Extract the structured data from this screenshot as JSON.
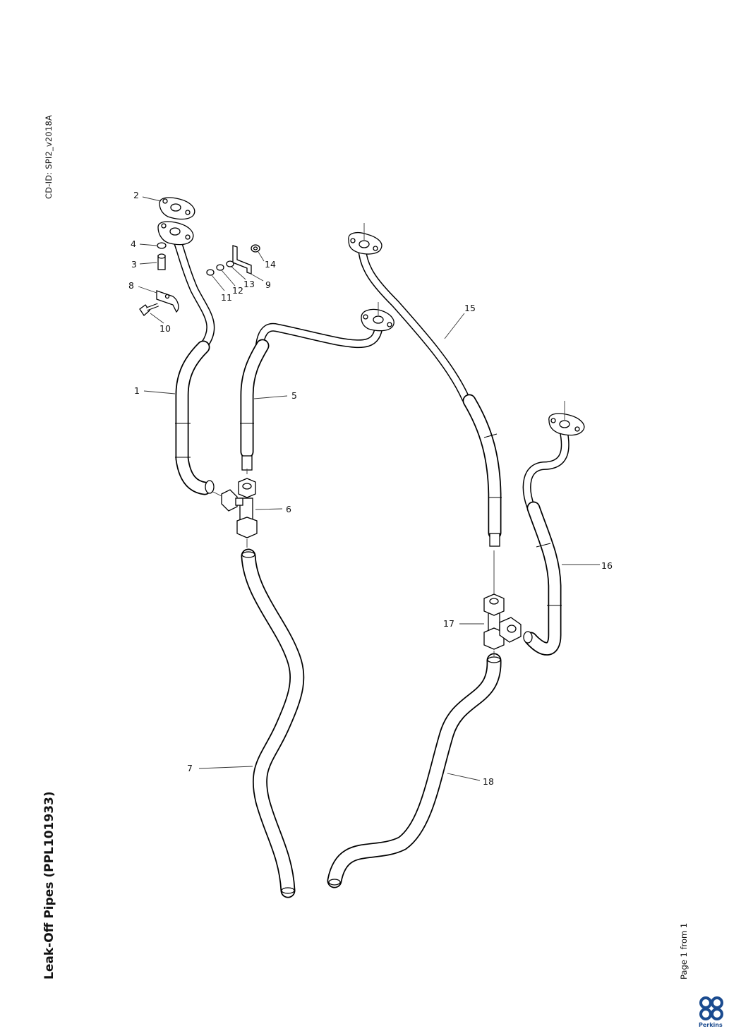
{
  "document": {
    "cd_id": "CD-ID: SPI2_v2018A",
    "title": "Leak-Off Pipes (PPL101933)",
    "page_info": "Page 1 from 1",
    "brand": "Perkins"
  },
  "callouts": [
    "1",
    "2",
    "3",
    "4",
    "5",
    "6",
    "7",
    "8",
    "9",
    "10",
    "11",
    "12",
    "13",
    "14",
    "15",
    "16",
    "17",
    "18"
  ],
  "colors": {
    "line": "#000000",
    "brand": "#1b4b8f"
  },
  "icons": [
    "perkins-logo-icon"
  ]
}
